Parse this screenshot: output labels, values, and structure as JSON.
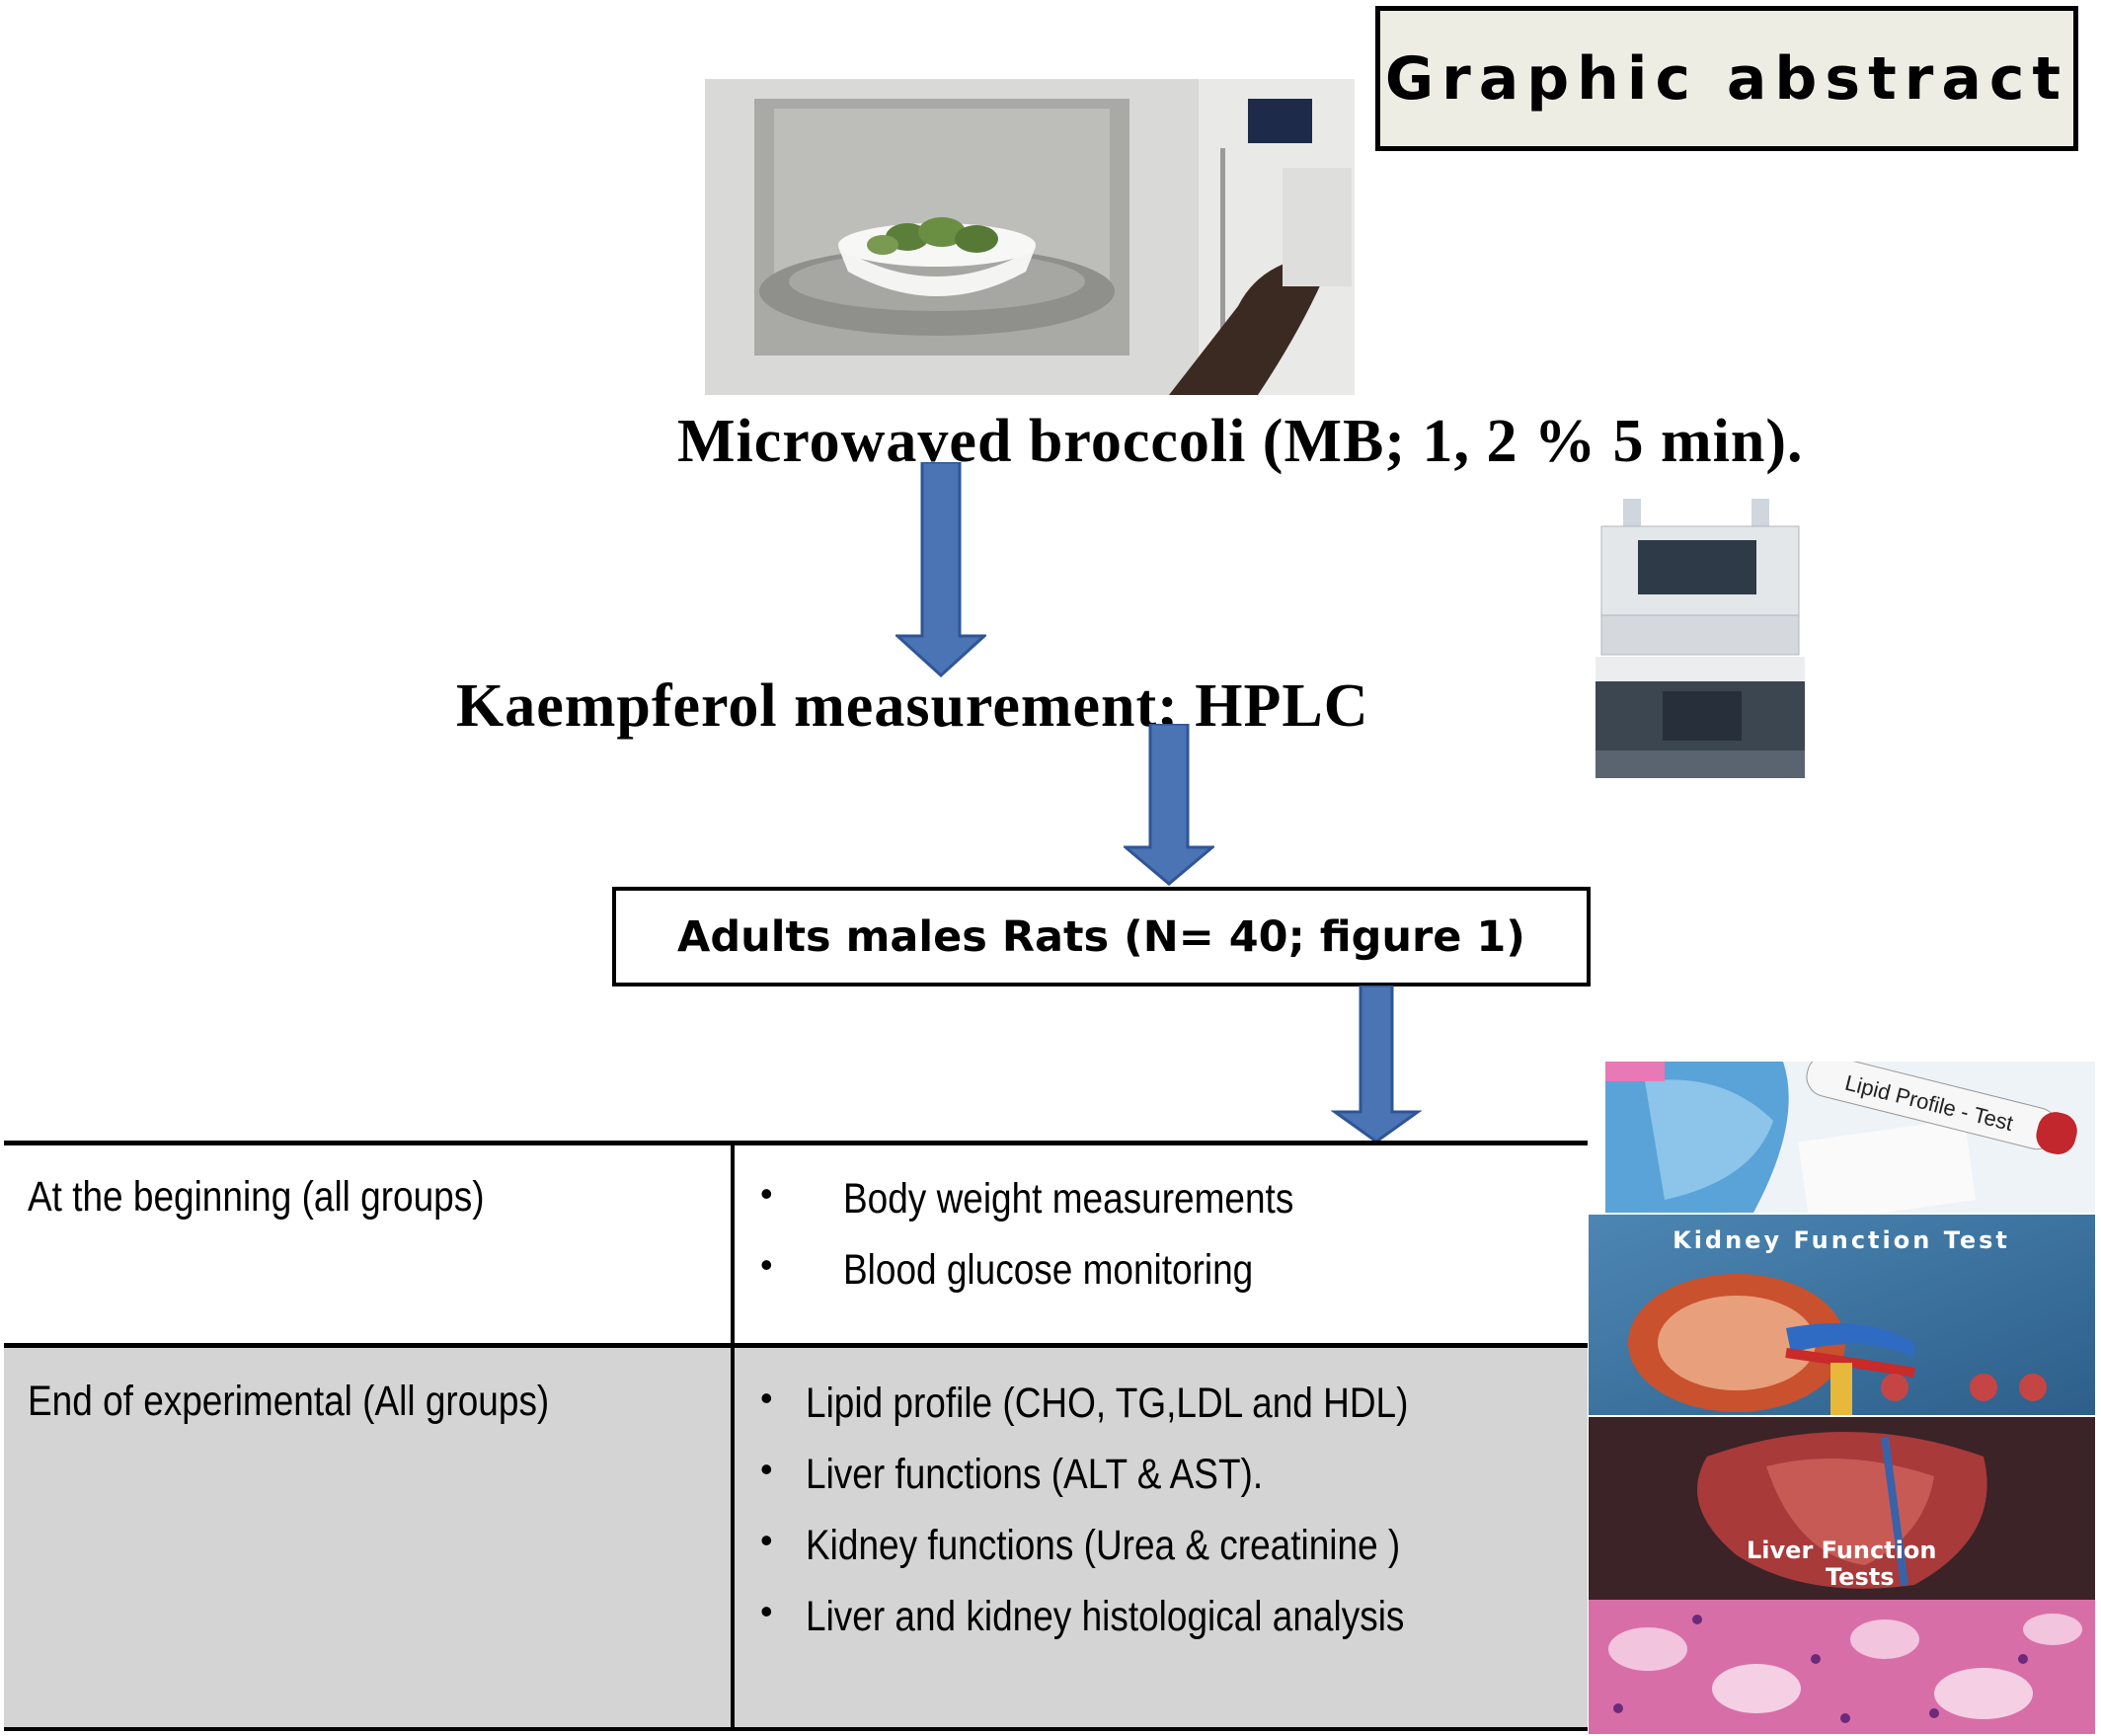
{
  "title": "Graphic abstract",
  "steps": {
    "microwave": "Microwaved broccoli (MB; 1, 2 % 5 min).",
    "hplc": "Kaempferol  measurement; HPLC",
    "rats": "Adults males Rats (N= 40; figure 1)"
  },
  "photos": {
    "microwave": "microwave-broccoli-photo",
    "hplc": "hplc-instrument-photo",
    "lipid": "Lipid Profile - Test",
    "kidney": "Kidney Function Test",
    "liver_line1": "Liver Function",
    "liver_line2": "Tests",
    "histology": "histology-slide-photo"
  },
  "table": {
    "rows": [
      {
        "label": "At the beginning (all groups)",
        "items": [
          "Body weight measurements",
          "Blood glucose monitoring"
        ]
      },
      {
        "label": "End of experimental (All groups)",
        "items": [
          "Lipid profile (CHO, TG,LDL and HDL)",
          "Liver functions (ALT & AST).",
          "Kidney functions (Urea & creatinine )",
          "Liver and kidney histological analysis"
        ]
      }
    ]
  },
  "colors": {
    "arrow": "#4a74b4",
    "title_bg": "#eeede4",
    "end_row_bg": "#d4d4d4"
  }
}
